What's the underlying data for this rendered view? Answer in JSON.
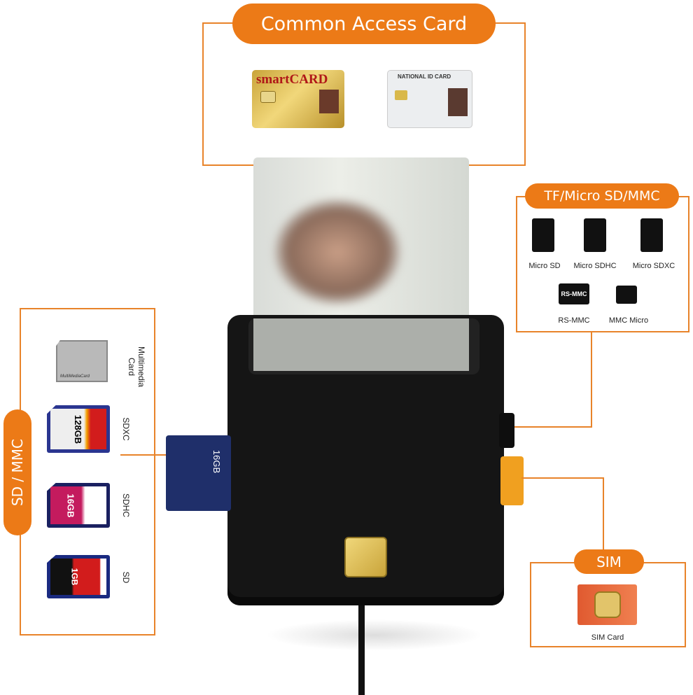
{
  "cac": {
    "title": "Common Access Card",
    "smartcard_logo": "smartCARD",
    "national_id_logo": "NATIONAL ID CARD"
  },
  "tf": {
    "title": "TF/Micro SD/MMC",
    "items": [
      "Micro SD",
      "Micro SDHC",
      "Micro SDXC",
      "RS-MMC",
      "MMC Micro"
    ],
    "rsmmc_card_text": "RS-MMC"
  },
  "sd": {
    "title": "SD / MMC",
    "items": [
      {
        "label": "Multimedia Card",
        "card_text": "MultiMediaCard"
      },
      {
        "label": "SDXC",
        "card_text": "128GB"
      },
      {
        "label": "SDHC",
        "card_text": "16GB"
      },
      {
        "label": "SD",
        "card_text": "1GB"
      }
    ]
  },
  "sim": {
    "title": "SIM",
    "item": "SIM Card"
  },
  "inserted_sd": {
    "text": "16GB"
  },
  "colors": {
    "accent": "#ec7a17",
    "reader": "#151515",
    "chip": "#d9b84a"
  }
}
